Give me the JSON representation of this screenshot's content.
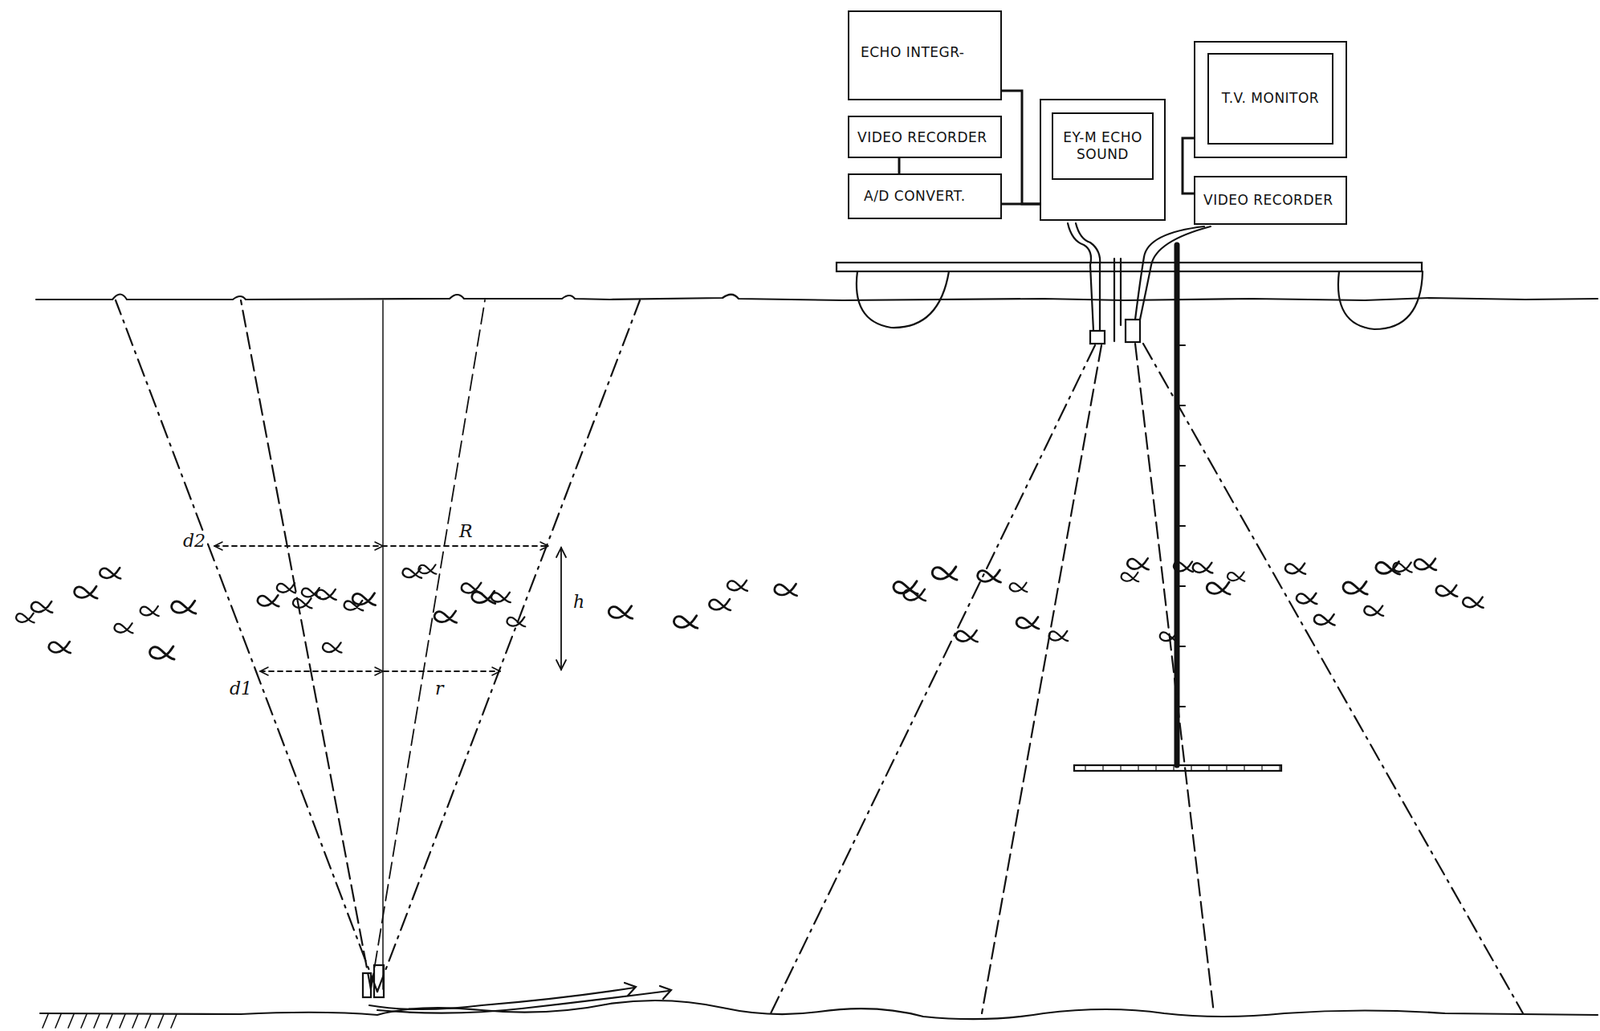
{
  "diagram": {
    "nodes": [
      {
        "text": [
          "ECHO INTEGR-"
        ]
      },
      {
        "text": [
          "VIDEO RECORDER"
        ]
      },
      {
        "text": [
          "A/D CONVERT."
        ]
      },
      {
        "text": [
          "EY-M ECHO SOUND"
        ]
      },
      {
        "text": [
          "T.V. MONITOR"
        ]
      },
      {
        "text": [
          "VIDEO RECORDER"
        ]
      }
    ],
    "edges": [
      {
        "from": 0,
        "to": 3,
        "arrow": "none"
      },
      {
        "from": 1,
        "to": 2,
        "arrow": "none"
      },
      {
        "from": 2,
        "to": 3,
        "arrow": "none"
      },
      {
        "from": 4,
        "to": 5,
        "arrow": "none"
      }
    ],
    "labels": [
      "d2",
      "R",
      "h",
      "d1",
      "r"
    ]
  }
}
